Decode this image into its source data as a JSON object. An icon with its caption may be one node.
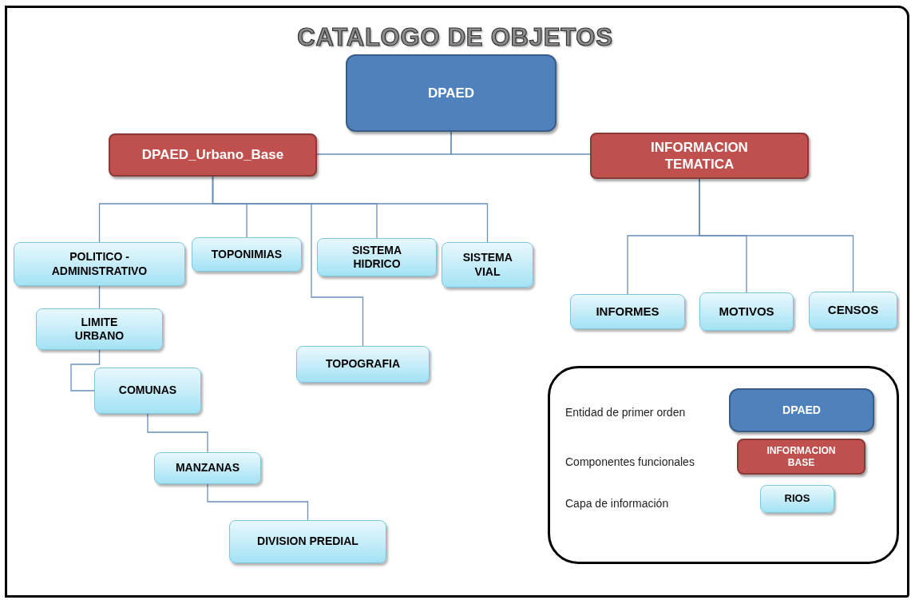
{
  "diagram": {
    "title": "CATALOGO DE OBJETOS",
    "nodes": [
      {
        "text": [
          "DPAED"
        ]
      },
      {
        "text": [
          "DPAED_Urbano_Base"
        ]
      },
      {
        "text": [
          "INFORMACION TEMATICA"
        ]
      },
      {
        "text": [
          "POLITICO - ADMINISTRATIVO"
        ]
      },
      {
        "text": [
          "TOPONIMIAS"
        ]
      },
      {
        "text": [
          "SISTEMA HIDRICO"
        ]
      },
      {
        "text": [
          "SISTEMA VIAL"
        ]
      },
      {
        "text": [
          "LIMITE URBANO"
        ]
      },
      {
        "text": [
          "TOPOGRAFIA"
        ]
      },
      {
        "text": [
          "COMUNAS"
        ]
      },
      {
        "text": [
          "MANZANAS"
        ]
      },
      {
        "text": [
          "DIVISION PREDIAL"
        ]
      },
      {
        "text": [
          "INFORMES"
        ]
      },
      {
        "text": [
          "MOTIVOS"
        ]
      },
      {
        "text": [
          "CENSOS"
        ]
      },
      {
        "text": [],
        "shape": "box"
      },
      {
        "text": [
          "DPAED"
        ],
        "in": 15
      },
      {
        "text": [
          "INFORMACION BASE"
        ],
        "in": 15
      },
      {
        "text": [
          "RIOS"
        ],
        "in": 15
      }
    ],
    "labels": [
      "Entidad de primer orden",
      "Componentes funcionales",
      "Capa de información"
    ],
    "edges": [
      {
        "from": 0,
        "to": 1,
        "arrow": "none"
      },
      {
        "from": 0,
        "to": 2,
        "arrow": "none"
      },
      {
        "from": 1,
        "to": 3,
        "arrow": "none"
      },
      {
        "from": 1,
        "to": 4,
        "arrow": "none"
      },
      {
        "from": 1,
        "to": 5,
        "arrow": "none"
      },
      {
        "from": 1,
        "to": 6,
        "arrow": "none"
      },
      {
        "from": 1,
        "to": 8,
        "arrow": "none"
      },
      {
        "from": 3,
        "to": 7,
        "arrow": "none"
      },
      {
        "from": 7,
        "to": 9,
        "arrow": "none"
      },
      {
        "from": 9,
        "to": 10,
        "arrow": "none"
      },
      {
        "from": 10,
        "to": 11,
        "arrow": "none"
      },
      {
        "from": 2,
        "to": 12,
        "arrow": "none"
      },
      {
        "from": 2,
        "to": 13,
        "arrow": "none"
      },
      {
        "from": 2,
        "to": 14,
        "arrow": "none"
      }
    ]
  }
}
